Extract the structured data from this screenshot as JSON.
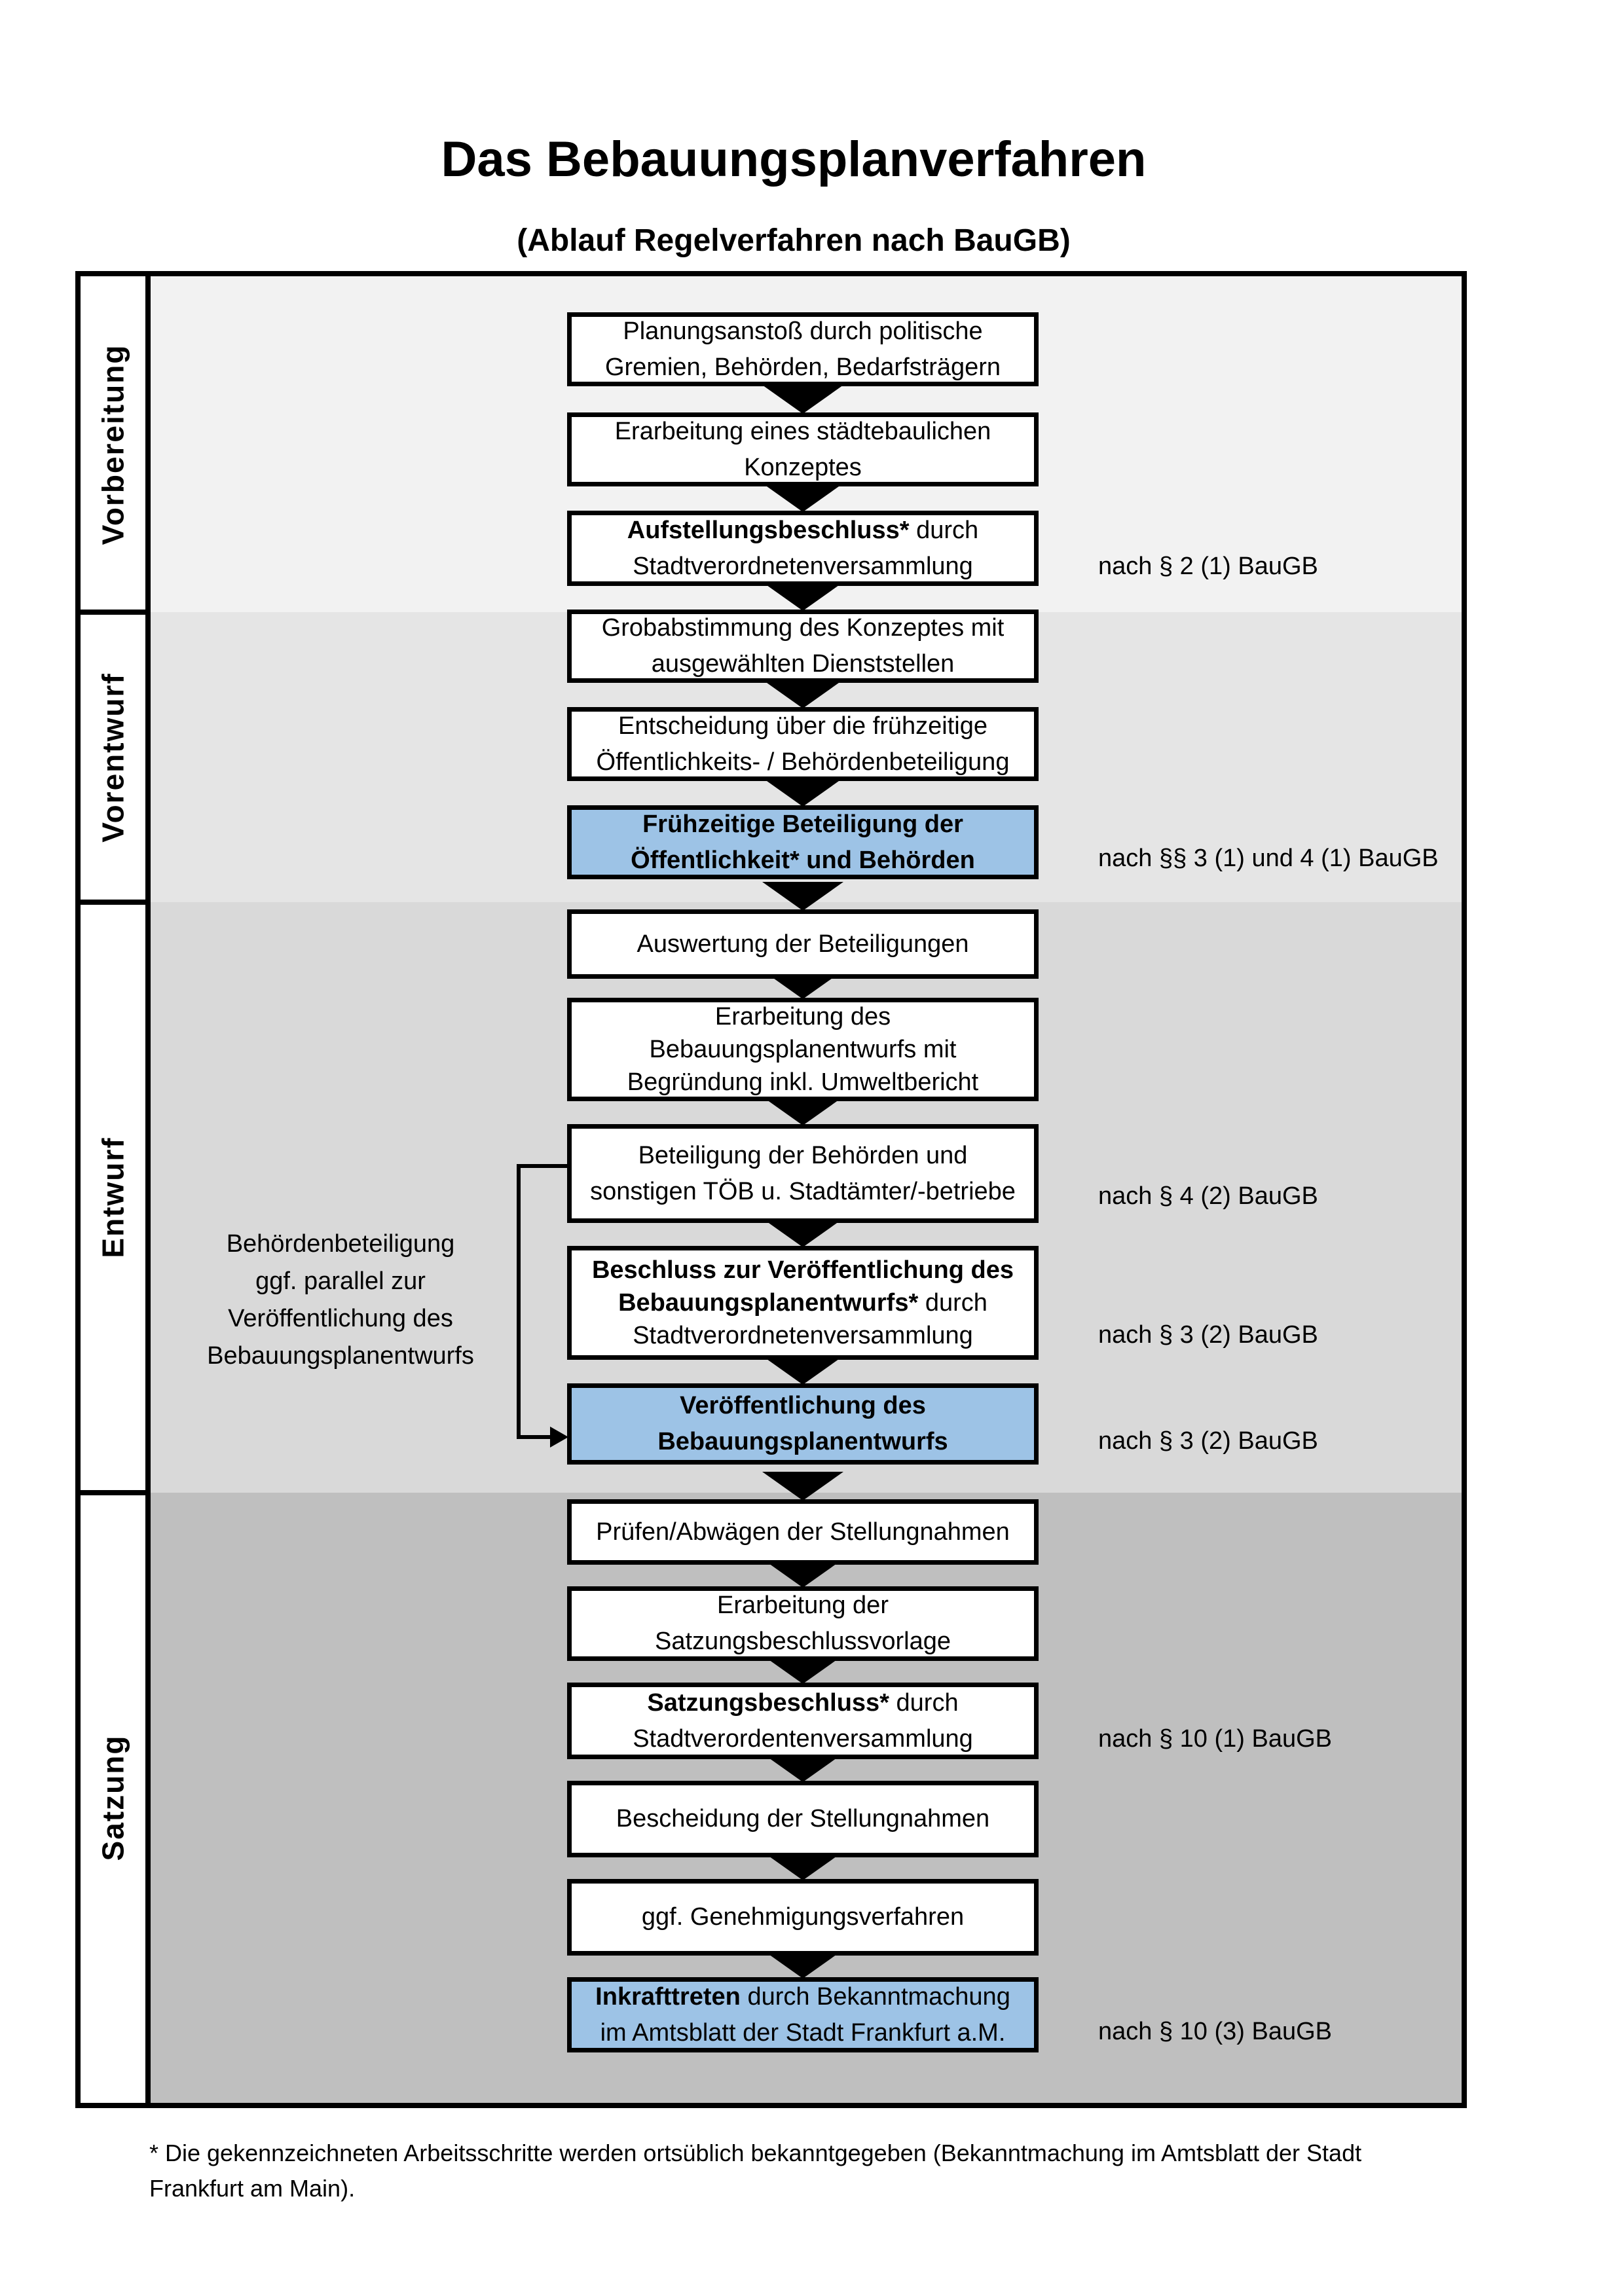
{
  "page": {
    "title": "Das Bebauungsplanverfahren",
    "subtitle": "(Ablauf Regelverfahren nach BauGB)"
  },
  "sections": [
    {
      "label": "Vorbereitung"
    },
    {
      "label": "Vorentwurf"
    },
    {
      "label": "Entwurf"
    },
    {
      "label": "Satzung"
    }
  ],
  "boxes": {
    "b1": {
      "l1": "Planungsanstoß durch politische",
      "l2": "Gremien, Behörden, Bedarfsträgern"
    },
    "b2": {
      "l1": "Erarbeitung eines städtebaulichen",
      "l2": "Konzeptes"
    },
    "b3": {
      "l1_bold": "Aufstellungsbeschluss*",
      "l1_rest": " durch",
      "l2": "Stadtverordnetenversammlung"
    },
    "b4": {
      "l1": "Grobabstimmung des Konzeptes mit",
      "l2": "ausgewählten Dienststellen"
    },
    "b5": {
      "l1": "Entscheidung über die frühzeitige",
      "l2": "Öffentlichkeits- / Behördenbeteiligung"
    },
    "b6": {
      "l1": "Frühzeitige Beteiligung der",
      "l2": "Öffentlichkeit* und Behörden"
    },
    "b7": {
      "l1": "Auswertung der Beteiligungen"
    },
    "b8": {
      "l1": "Erarbeitung des",
      "l2": "Bebauungsplanentwurfs mit",
      "l3": "Begründung inkl. Umweltbericht"
    },
    "b9": {
      "l1": "Beteiligung der Behörden und",
      "l2": "sonstigen TÖB u. Stadtämter/-betriebe"
    },
    "b10": {
      "l1": "Beschluss zur Veröffentlichung des",
      "l2_bold": "Bebauungsplanentwurfs*",
      "l2_rest": " durch",
      "l3": "Stadtverordnetenversammlung"
    },
    "b11": {
      "l1": "Veröffentlichung des",
      "l2": "Bebauungsplanentwurfs"
    },
    "b12": {
      "l1": "Prüfen/Abwägen der Stellungnahmen"
    },
    "b13": {
      "l1": "Erarbeitung der",
      "l2": "Satzungsbeschlussvorlage"
    },
    "b14": {
      "l1_bold": "Satzungsbeschluss*",
      "l1_rest": " durch",
      "l2": "Stadtverordentenversammlung"
    },
    "b15": {
      "l1": "Bescheidung der Stellungnahmen"
    },
    "b16": {
      "l1": "ggf. Genehmigungsverfahren"
    },
    "b17": {
      "l1_bold": "Inkrafttreten",
      "l1_rest": " durch Bekanntmachung",
      "l2": "im Amtsblatt der Stadt Frankfurt a.M."
    }
  },
  "notes": {
    "n1": "nach § 2 (1) BauGB",
    "n2": "nach §§ 3 (1) und 4 (1) BauGB",
    "n3": "nach § 4 (2) BauGB",
    "n4": "nach § 3 (2) BauGB",
    "n5": "nach § 3 (2) BauGB",
    "n6": "nach § 10 (1) BauGB",
    "n7": "nach § 10 (3) BauGB"
  },
  "side_note": {
    "l1": "Behördenbeteiligung",
    "l2": "ggf. parallel zur",
    "l3": "Veröffentlichung des",
    "l4": "Bebauungsplanentwurfs"
  },
  "footnote": {
    "l1": "* Die gekennzeichneten Arbeitsschritte werden ortsüblich bekanntgegeben (Bekanntmachung im Amtsblatt  der Stadt",
    "l2": "Frankfurt am Main)."
  },
  "colors": {
    "highlight": "#9dc3e6",
    "band1": "#f2f2f2",
    "band2": "#e5e5e5",
    "band3": "#d9d9d9",
    "band4": "#bfbfbf"
  }
}
